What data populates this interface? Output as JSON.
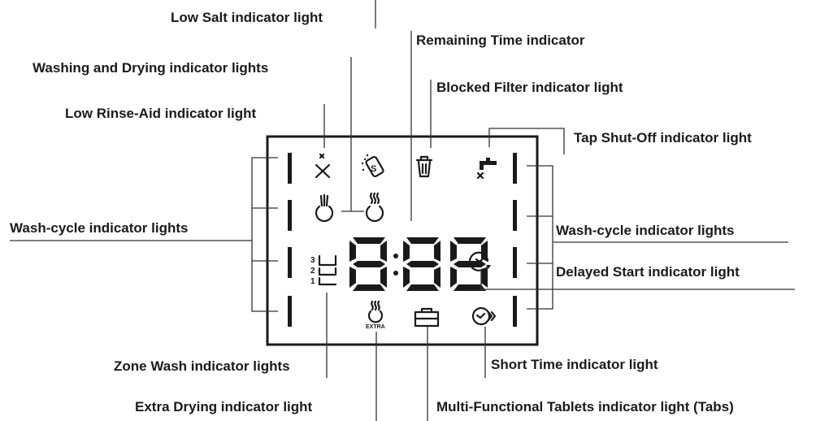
{
  "labels": {
    "low_salt": "Low Salt indicator light",
    "remaining_time": "Remaining Time indicator",
    "washing_drying": "Washing and Drying indicator lights",
    "blocked_filter": "Blocked Filter indicator light",
    "low_rinse_aid": "Low Rinse-Aid indicator light",
    "tap_shutoff": "Tap Shut-Off indicator light",
    "wash_cycle_left": "Wash-cycle indicator lights",
    "wash_cycle_right": "Wash-cycle indicator lights",
    "delayed_start": "Delayed Start indicator light",
    "zone_wash": "Zone Wash indicator lights",
    "short_time": "Short Time indicator light",
    "extra_drying": "Extra Drying indicator light",
    "multi_tablets": "Multi-Functional Tablets indicator light (Tabs)"
  },
  "display": {
    "digits": "8:88",
    "zone_levels": [
      "3",
      "2",
      "1"
    ],
    "extra_text": "EXTRA"
  },
  "icons": [
    "rinse-aid-icon",
    "salt-icon",
    "filter-icon",
    "tap-icon",
    "washing-icon",
    "drying-icon",
    "zone-wash-icon",
    "delay-clock-icon",
    "extra-drying-icon",
    "tablet-icon",
    "short-time-icon"
  ]
}
